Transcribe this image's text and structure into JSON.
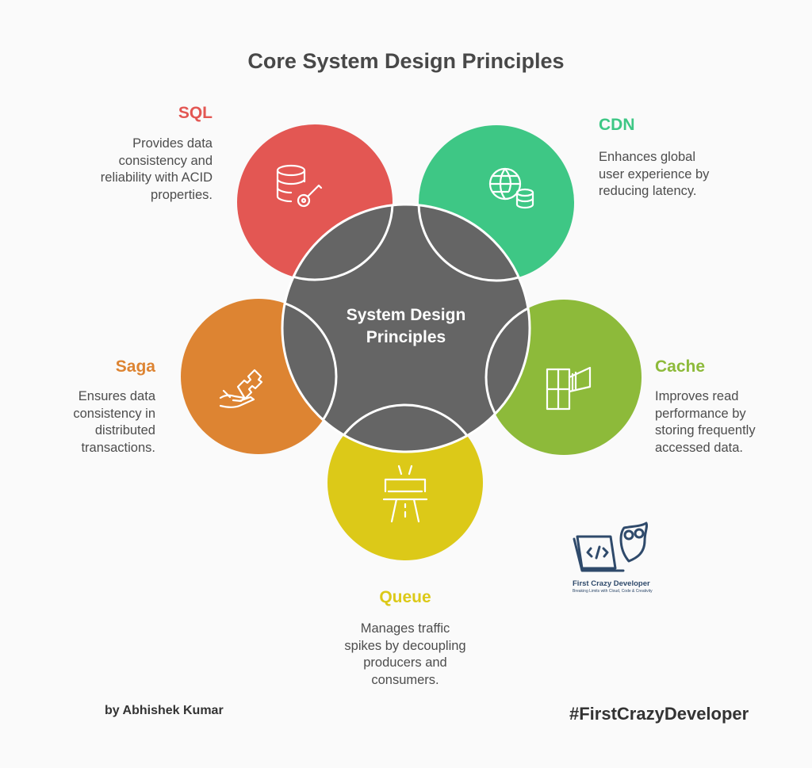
{
  "title": "Core System Design Principles",
  "center": {
    "line1": "System Design",
    "line2": "Principles",
    "color": "#656565"
  },
  "items": [
    {
      "key": "sql",
      "label": "SQL",
      "color": "#e35753",
      "icon": "database-key-icon",
      "lines": [
        "Provides data",
        "consistency and",
        "reliability with ACID",
        "properties."
      ]
    },
    {
      "key": "cdn",
      "label": "CDN",
      "color": "#3ec785",
      "icon": "globe-database-icon",
      "lines": [
        "Enhances global",
        "user experience by",
        "reducing latency."
      ]
    },
    {
      "key": "cache",
      "label": "Cache",
      "color": "#8dba3a",
      "icon": "storage-cabinet-icon",
      "lines": [
        "Improves read",
        "performance by",
        "storing frequently",
        "accessed data."
      ]
    },
    {
      "key": "queue",
      "label": "Queue",
      "color": "#dcc918",
      "icon": "highway-toll-icon",
      "lines": [
        "Manages traffic",
        "spikes by decoupling",
        "producers and",
        "consumers."
      ]
    },
    {
      "key": "saga",
      "label": "Saga",
      "color": "#dd8432",
      "icon": "hand-puzzle-icon",
      "lines": [
        "Ensures data",
        "consistency in",
        "distributed",
        "transactions."
      ]
    }
  ],
  "logo": {
    "name": "First Crazy Developer",
    "tagline": "Breaking Limits with Cloud, Code & Creativity"
  },
  "byline": "by Abhishek Kumar",
  "hashtag": "#FirstCrazyDeveloper"
}
